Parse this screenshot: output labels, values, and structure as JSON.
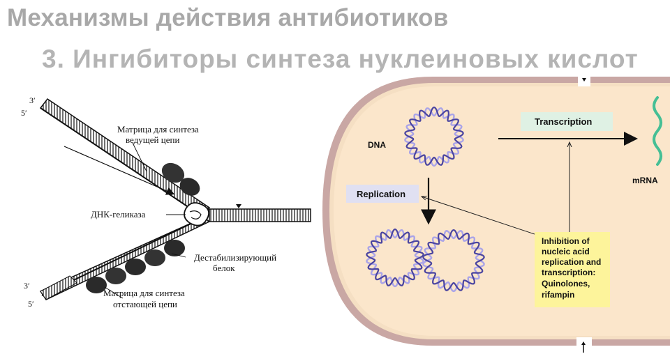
{
  "header": {
    "title": "Механизмы действия антибиотиков",
    "subtitle": "3. Ингибиторы синтеза нуклеиновых кислот"
  },
  "replication_fork": {
    "strand_top_3": "3′",
    "strand_top_5": "5′",
    "strand_bottom_3": "3′",
    "strand_bottom_5": "5′",
    "leading_template_line1": "Матрица для синтеза",
    "leading_template_line2": "ведущей цепи",
    "helicase": "ДНК-геликаза",
    "ssb_line1": "Дестабилизирующий",
    "ssb_line2": "белок",
    "lagging_template_line1": "Матрица для синтеза",
    "lagging_template_line2": "отстающей цепи"
  },
  "bacterium": {
    "dna_label": "DNA",
    "transcription_label": "Transcription",
    "mrna_label": "mRNA",
    "replication_label": "Replication",
    "inhibition_line1": "Inhibition of",
    "inhibition_line2": "nucleic acid",
    "inhibition_line3": "replication and",
    "inhibition_line4": "transcription:",
    "inhibition_line5": "Quinolones,",
    "inhibition_line6": "rifampin"
  },
  "colors": {
    "cell_fill": "#fbe6cb",
    "cell_wall": "#c9a7a4",
    "dna_dark": "#4a44a0",
    "dna_light": "#aaa4e8",
    "mrna": "#45bf95",
    "transcription_box": "#dff1e4",
    "replication_box": "#e0e0f2",
    "inhibition_box": "#fdf49b"
  }
}
